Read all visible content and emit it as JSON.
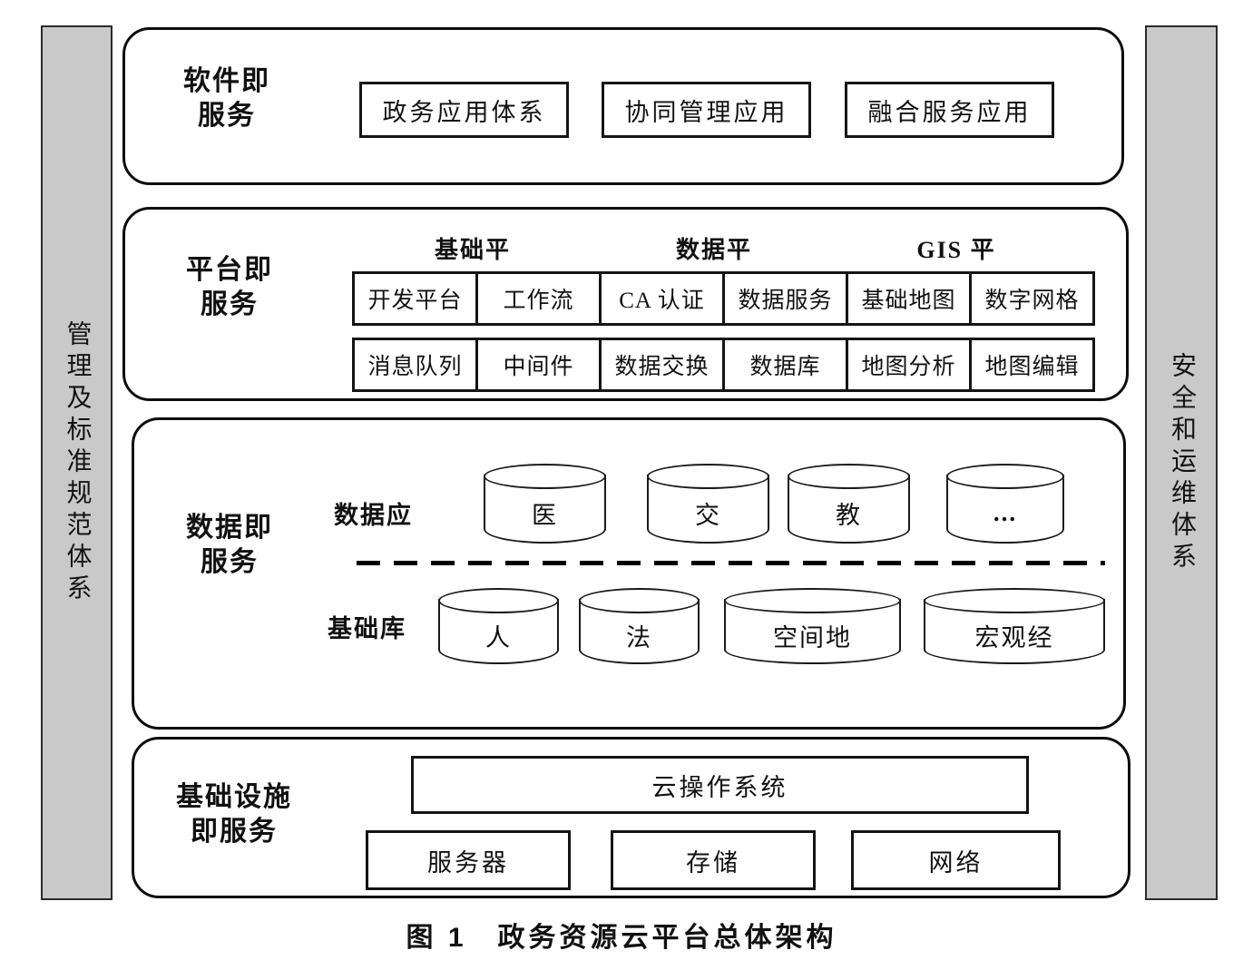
{
  "caption": "图 1　政务资源云平台总体架构",
  "left_bar": {
    "label": "管理及标准规范体系"
  },
  "right_bar": {
    "label": "安全和运维体系"
  },
  "saas": {
    "label_line1": "软件即",
    "label_line2": "服务",
    "boxes": [
      "政务应用体系",
      "协同管理应用",
      "融合服务应用"
    ]
  },
  "paas": {
    "label_line1": "平台即",
    "label_line2": "服务",
    "group_headers": [
      "基础平",
      "数据平",
      "GIS 平"
    ],
    "row1": [
      "开发平台",
      "工作流",
      "CA 认证",
      "数据服务",
      "基础地图",
      "数字网格"
    ],
    "row2": [
      "消息队列",
      "中间件",
      "数据交换",
      "数据库",
      "地图分析",
      "地图编辑"
    ]
  },
  "daas": {
    "label_line1": "数据即",
    "label_line2": "服务",
    "app_layer_label": "数据应",
    "app_cylinders": [
      "医",
      "交",
      "教",
      "..."
    ],
    "base_layer_label": "基础库",
    "base_cylinders": [
      "人",
      "法",
      "空间地",
      "宏观经"
    ]
  },
  "iaas": {
    "label_line1": "基础设施",
    "label_line2": "即服务",
    "os_box": "云操作系统",
    "boxes": [
      "服务器",
      "存储",
      "网络"
    ]
  }
}
